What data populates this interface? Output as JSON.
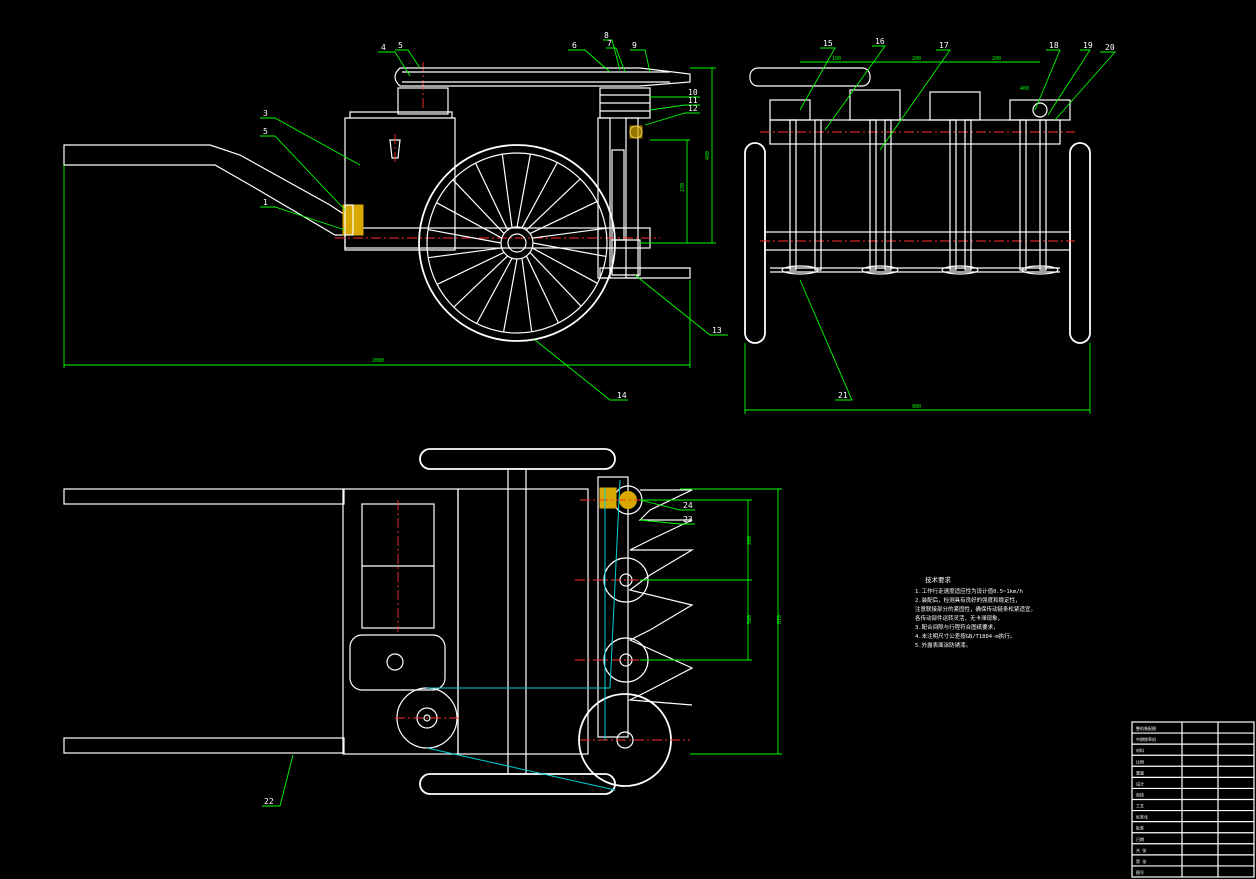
{
  "side_view": {
    "part_labels": [
      {
        "id": "p4",
        "text": "4"
      },
      {
        "id": "p5a",
        "text": "5"
      },
      {
        "id": "p6",
        "text": "6"
      },
      {
        "id": "p8a",
        "text": "8"
      },
      {
        "id": "p7",
        "text": "7"
      },
      {
        "id": "p9",
        "text": "9"
      },
      {
        "id": "p10",
        "text": "10"
      },
      {
        "id": "p11",
        "text": "11"
      },
      {
        "id": "p12",
        "text": "12"
      },
      {
        "id": "p3",
        "text": "3"
      },
      {
        "id": "p5b",
        "text": "5"
      },
      {
        "id": "p1",
        "text": "1"
      },
      {
        "id": "p13",
        "text": "13"
      },
      {
        "id": "p14",
        "text": "14"
      }
    ],
    "dimensions": {
      "overall_length": "2080",
      "height_right": "480",
      "height_inner": "270"
    }
  },
  "front_view": {
    "part_labels": [
      {
        "id": "p15",
        "text": "15"
      },
      {
        "id": "p16",
        "text": "16"
      },
      {
        "id": "p17",
        "text": "17"
      },
      {
        "id": "p18",
        "text": "18"
      },
      {
        "id": "p19",
        "text": "19"
      },
      {
        "id": "p20",
        "text": "20"
      },
      {
        "id": "p21",
        "text": "21"
      }
    ],
    "dimensions": {
      "d1": "100",
      "d2": "200",
      "d3": "200",
      "d4": "400",
      "width": "900"
    }
  },
  "top_view": {
    "part_labels": [
      {
        "id": "p24",
        "text": "24"
      },
      {
        "id": "p23",
        "text": "23"
      },
      {
        "id": "p22",
        "text": "22"
      }
    ],
    "dimensions": {
      "d1": "200",
      "d2": "580",
      "d3": "670"
    }
  },
  "notes": {
    "title": "技术要求",
    "lines": [
      "1.工作行走速度适应性为设计值0.5~1km/h",
      "2.装配后，检测具有良好的强度和稳定性，",
      "注意联接部分的紧固性，确保传动链条松紧适宜，",
      "各传动部件运转灵活，无卡滞现象，",
      "3.配合间隙与行程符合图纸要求，",
      "4.未注明尺寸公差按GB/T1804-m执行。",
      "5.外露表面涂防锈漆。"
    ]
  },
  "title_block": {
    "rows": [
      "整机装配图",
      "中耕除草机",
      "材料",
      "比例",
      "重量",
      "设计",
      "审核",
      "工艺",
      "标准化",
      "批准",
      "日期",
      "共 张",
      "第 张",
      "图号"
    ]
  }
}
